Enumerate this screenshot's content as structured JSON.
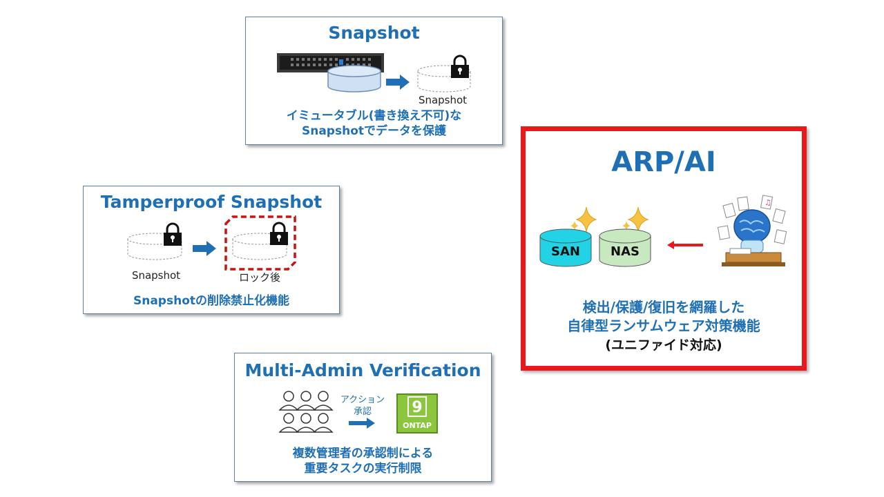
{
  "snapshot_box": {
    "title": "Snapshot",
    "snapshot_label": "Snapshot",
    "caption_line1": "イミュータブル(書き換え不可)な",
    "caption_line2": "Snapshotでデータを保護"
  },
  "tamper_box": {
    "title": "Tamperproof Snapshot",
    "snapshot_label": "Snapshot",
    "locked_label": "ロック後",
    "caption": "Snapshotの削除禁止化機能"
  },
  "mav_box": {
    "title": "Multi-Admin Verification",
    "arrow_label_line1": "アクション",
    "arrow_label_line2": "承認",
    "ontap_number": "9",
    "ontap_label": "ONTAP",
    "caption_line1": "複数管理者の承認制による",
    "caption_line2": "重要タスクの実行制限"
  },
  "arp_box": {
    "title": "ARP/AI",
    "san_label": "SAN",
    "nas_label": "NAS",
    "caption_line1": "検出/保護/復旧を網羅した",
    "caption_line2": "自律型ランサムウェア対策機能",
    "caption_line3": "(ユニファイド対応)"
  },
  "colors": {
    "accent_blue": "#1f6fb5",
    "arrow_blue": "#1f6fb5",
    "arp_border": "#e8181c",
    "san_fill": "#22d3e6",
    "nas_fill": "#c8e8c0",
    "ontap_green": "#8cc63f"
  },
  "icons": [
    "server-icon",
    "disk-icon",
    "lock-icon",
    "arrow-right-icon",
    "users-icon",
    "ontap-logo-icon",
    "sparkle-icon",
    "ai-brain-icon"
  ]
}
